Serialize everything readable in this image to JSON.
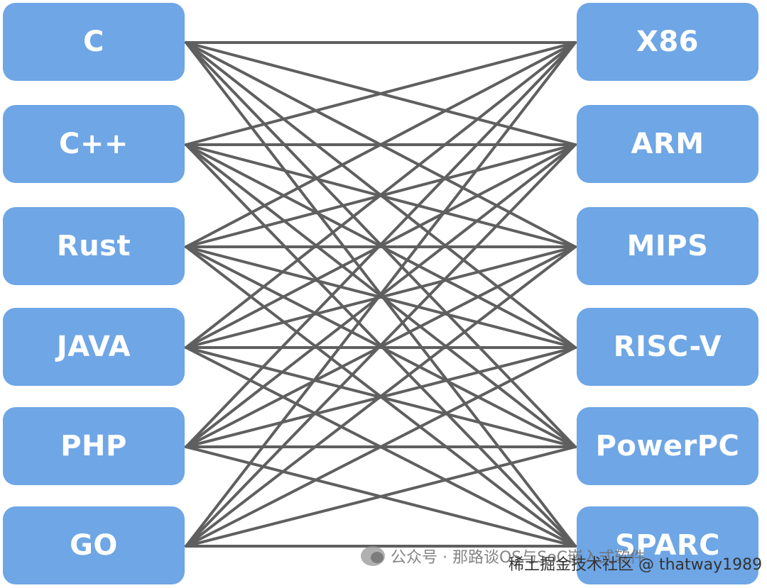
{
  "left_nodes": [
    "C",
    "C++",
    "Rust",
    "JAVA",
    "PHP",
    "GO"
  ],
  "right_nodes": [
    "X86",
    "ARM",
    "MIPS",
    "RISC-V",
    "PowerPC",
    "SPARC"
  ],
  "watermark": "公众号 · 那路谈OS与SoC嵌入式软件",
  "credit": "稀土掘金技术社区 @ thatway1989",
  "colors": {
    "node_fill": "#6ea6e6",
    "node_text": "#ffffff",
    "edge": "#5f5f5f"
  }
}
